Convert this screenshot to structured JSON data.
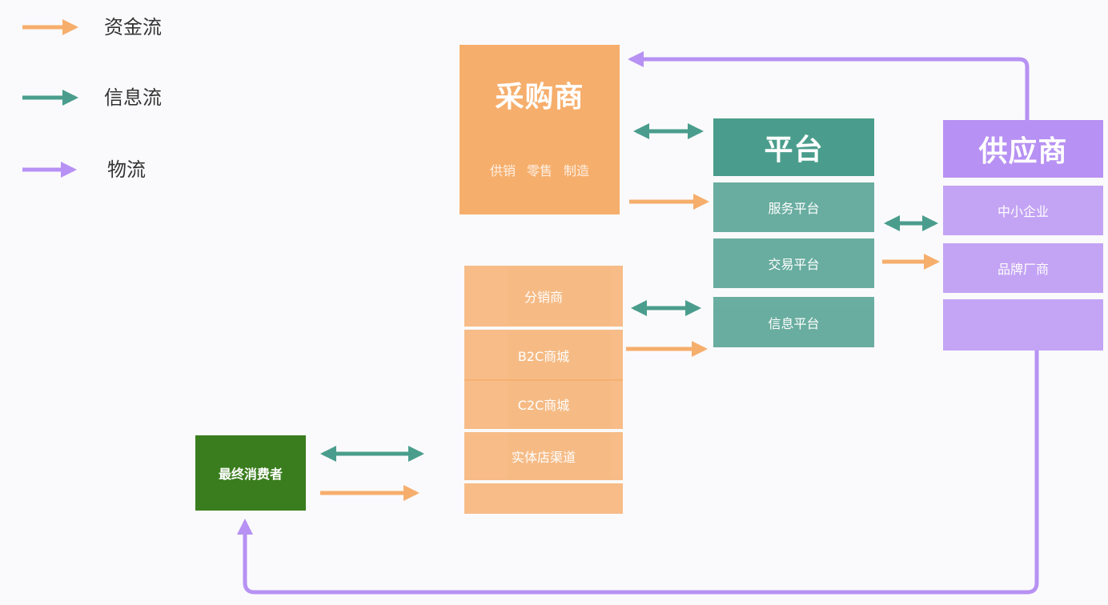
{
  "legend": {
    "items": [
      {
        "label": "资金流",
        "color": "#f6ae6c",
        "icon": "orange-arrow-icon"
      },
      {
        "label": "信息流",
        "color": "#4a9d8c",
        "icon": "teal-double-arrow-icon"
      },
      {
        "label": "物流",
        "color": "#b791f3",
        "icon": "purple-arrow-icon"
      }
    ]
  },
  "buyer": {
    "title": "采购商",
    "sub": [
      "供销",
      "零售",
      "制造"
    ]
  },
  "platform": {
    "title": "平台",
    "rows": [
      "服务平台",
      "交易平台",
      "信息平台"
    ]
  },
  "supplier": {
    "title": "供应商",
    "rows": [
      "中小企业",
      "品牌厂商",
      ""
    ]
  },
  "channels": {
    "rows": [
      "分销商",
      "B2C商城",
      "C2C商城",
      "实体店渠道",
      ""
    ]
  },
  "consumer": {
    "title": "最终消费者"
  },
  "colors": {
    "orange": "#f6ae6c",
    "teal": "#4a9d8c",
    "purple": "#b791f3",
    "green": "#3a7d1e",
    "white": "#ffffff"
  }
}
